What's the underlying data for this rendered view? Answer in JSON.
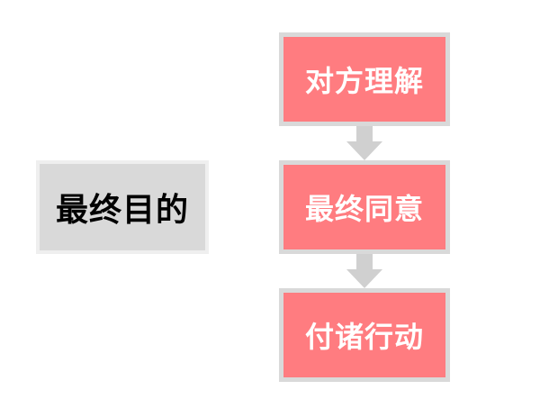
{
  "goal": {
    "label": "最终目的"
  },
  "steps": [
    {
      "label": "对方理解"
    },
    {
      "label": "最终同意"
    },
    {
      "label": "付诸行动"
    }
  ],
  "colors": {
    "step_fill": "#ff7c80",
    "step_border": "#d9d9d9",
    "goal_fill": "#d9d9d9",
    "goal_border": "#efefef",
    "arrow": "#d0d0d0"
  }
}
